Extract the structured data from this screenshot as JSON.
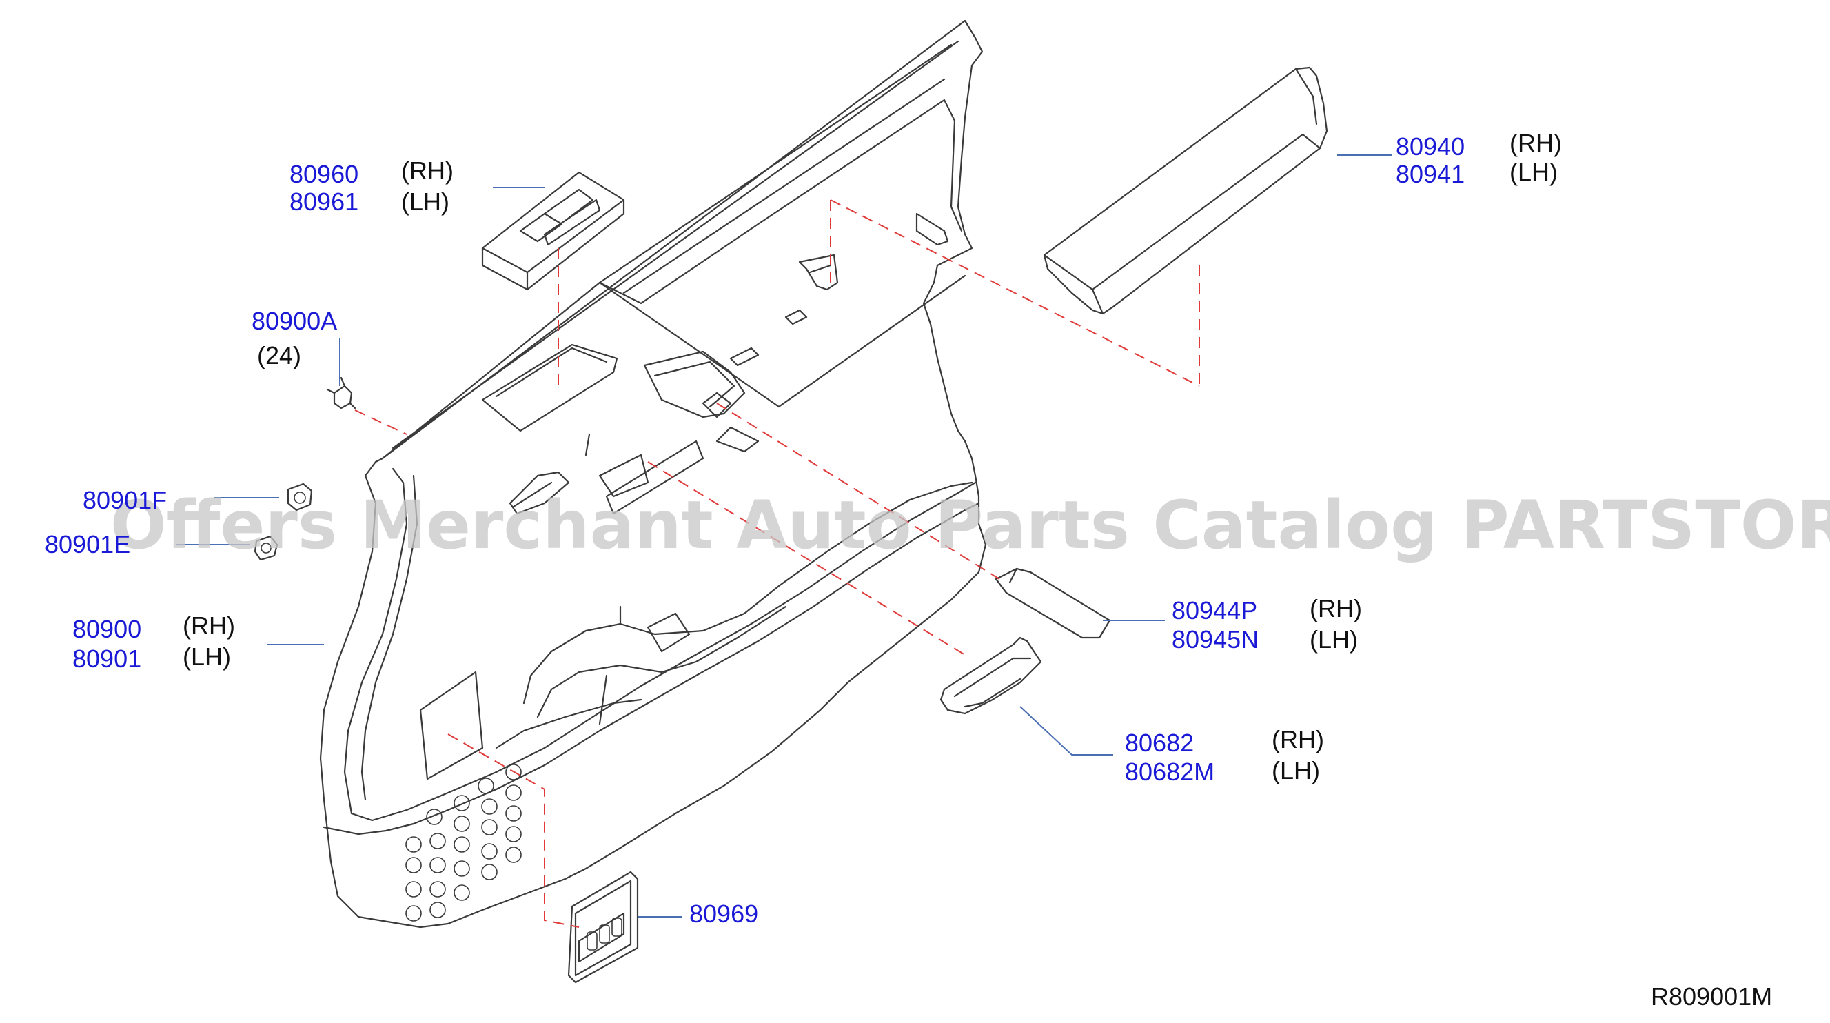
{
  "colors": {
    "part_number": "#1a1ad6",
    "side_label": "#111111",
    "leader_line": "#4a6fb5",
    "dashed_line": "#e03a3a",
    "outline": "#3a3a3a",
    "watermark": "#c8c8c8"
  },
  "watermark": "Offers Merchant Auto Parts Catalog PARTSTORE.SA",
  "reference_code": "R809001M",
  "callouts": [
    {
      "id": "switch-finisher-upper",
      "numbers": [
        "80960",
        "80961"
      ],
      "sides": [
        "(RH)",
        "(LH)"
      ]
    },
    {
      "id": "clip-a",
      "numbers": [
        "80900A"
      ],
      "qty": "(24)"
    },
    {
      "id": "clip-f",
      "numbers": [
        "80901F"
      ]
    },
    {
      "id": "clip-e",
      "numbers": [
        "80901E"
      ]
    },
    {
      "id": "door-trim",
      "numbers": [
        "80900",
        "80901"
      ],
      "sides": [
        "(RH)",
        "(LH)"
      ]
    },
    {
      "id": "armrest-pad",
      "numbers": [
        "80940",
        "80941"
      ],
      "sides": [
        "(RH)",
        "(LH)"
      ]
    },
    {
      "id": "grip-cover",
      "numbers": [
        "80944P",
        "80945N"
      ],
      "sides": [
        "(RH)",
        "(LH)"
      ]
    },
    {
      "id": "pull-handle",
      "numbers": [
        "80682",
        "80682M"
      ],
      "sides": [
        "(RH)",
        "(LH)"
      ]
    },
    {
      "id": "switch-finisher-lower",
      "numbers": [
        "80969"
      ]
    }
  ]
}
